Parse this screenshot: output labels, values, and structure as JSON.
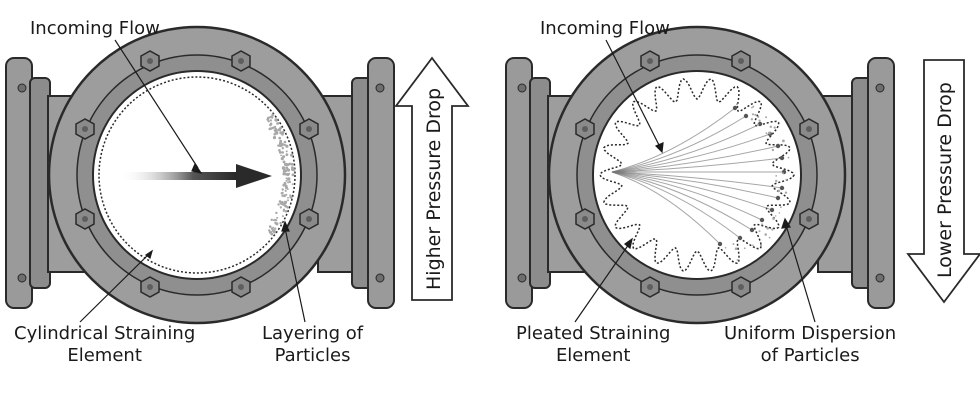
{
  "left_panel": {
    "incoming_flow": "Incoming Flow",
    "element_line1": "Cylindrical Straining",
    "element_line2": "Element",
    "particles_line1": "Layering of",
    "particles_line2": "Particles",
    "pressure_label": "Higher Pressure Drop"
  },
  "right_panel": {
    "incoming_flow": "Incoming Flow",
    "element_line1": "Pleated Straining",
    "element_line2": "Element",
    "particles_line1": "Uniform Dispersion",
    "particles_line2": "of Particles",
    "pressure_label": "Lower Pressure Drop"
  },
  "colors": {
    "body_gray": "#9d9d9d",
    "ring_gray": "#8f8f8f",
    "dark_outline": "#2a2a2a",
    "particle_gray": "#a8a8a8"
  }
}
